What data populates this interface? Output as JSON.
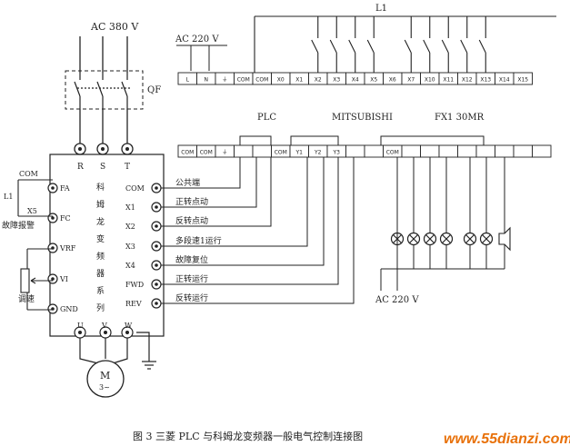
{
  "mains": {
    "label": "AC  380 V",
    "phases": [
      "R",
      "S",
      "T"
    ]
  },
  "breaker": {
    "label": "QF"
  },
  "ac220_top": {
    "label": "AC  220 V"
  },
  "l1": {
    "label": "L1"
  },
  "plc": {
    "label": "PLC",
    "model": "MITSUBISHI",
    "expansion": "FX1 30MR",
    "top_terminals": [
      "L",
      "N",
      "⏚",
      "COM",
      "COM",
      "X0",
      "X1",
      "X2",
      "X3",
      "X4",
      "X5",
      "X6",
      "X7",
      "X10",
      "X11",
      "X12",
      "X13",
      "X14",
      "X15"
    ],
    "bottom_terminals": [
      "COM",
      "COM",
      "⏚",
      "",
      "",
      "COM",
      "Y1",
      "Y2",
      "Y3",
      "",
      "",
      "COM",
      "",
      "",
      "",
      "",
      "",
      "",
      "",
      ""
    ]
  },
  "inverter": {
    "left_terminals": [
      "COM",
      "FA",
      "FC",
      "VRF",
      "VI",
      "GND"
    ],
    "right_terminals": [
      "COM",
      "X1",
      "X2",
      "X3",
      "X4",
      "FWD",
      "REV"
    ],
    "middle_text": [
      "科",
      "姆",
      "龙",
      "变",
      "频",
      "器",
      "系",
      "列"
    ],
    "motor_terminals": [
      "U",
      "V",
      "W"
    ],
    "motor_label": "M",
    "motor_sub": "3~"
  },
  "labels": {
    "l1_left": "L1",
    "x5": "X5",
    "fault_alarm": "故障报警",
    "speed": "调速",
    "ac220_bottom": "AC   220 V"
  },
  "signals": [
    "公共端",
    "正转点动",
    "反转点动",
    "多段速1运行",
    "故障复位",
    "正转运行",
    "反转运行"
  ],
  "caption": "图 3   三菱 PLC 与科姆龙变频器一般电气控制连接图",
  "watermark": "www.55dianzi.com"
}
